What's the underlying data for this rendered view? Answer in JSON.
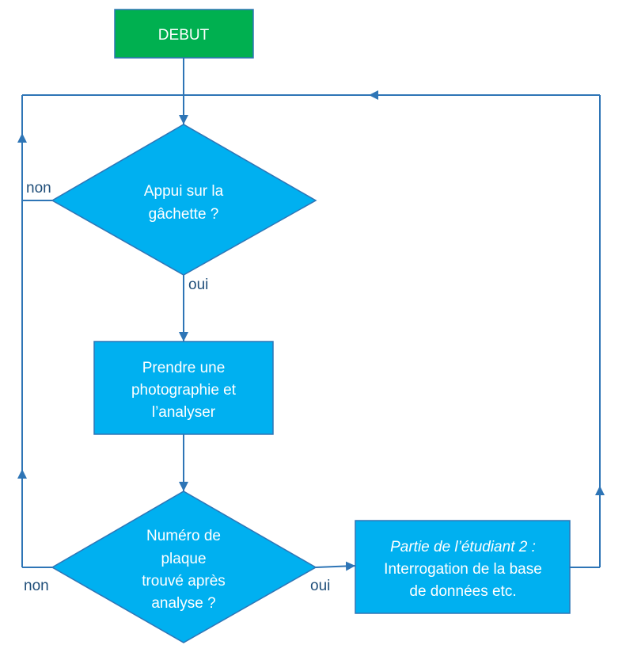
{
  "nodes": {
    "start": {
      "label": "DEBUT"
    },
    "decision1": {
      "lines": [
        "Appui sur la",
        "gâchette ?"
      ]
    },
    "process1": {
      "lines": [
        "Prendre une",
        "photographie et",
        "l’analyser"
      ]
    },
    "decision2": {
      "lines": [
        "Numéro de",
        "plaque",
        "trouvé après",
        "analyse ?"
      ]
    },
    "process2": {
      "lines": [
        "Partie de l’étudiant 2 :",
        "Interrogation de la base",
        "de données etc."
      ]
    }
  },
  "edges": {
    "decision1_no": "non",
    "decision1_yes": "oui",
    "decision2_no": "non",
    "decision2_yes": "oui"
  },
  "colors": {
    "start_fill": "#00B050",
    "shape_fill": "#00B0F0",
    "connector": "#2E75B6",
    "label_text": "#1F4E79",
    "node_text": "#FFFFFF"
  }
}
